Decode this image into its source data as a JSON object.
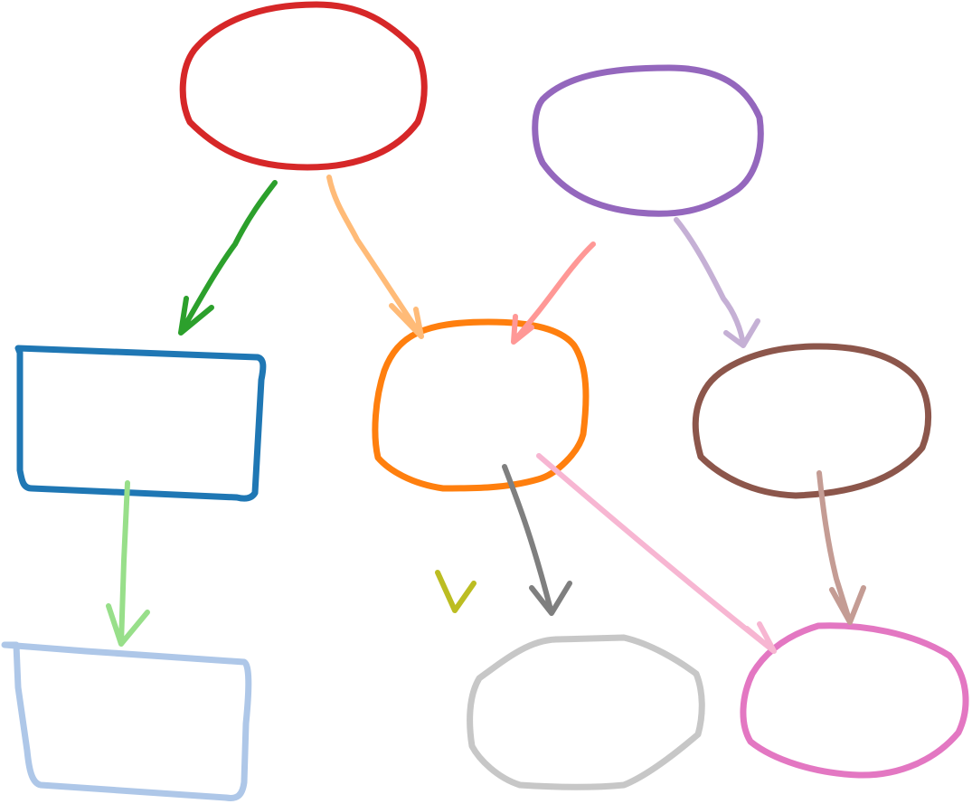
{
  "diagram": {
    "nodes": [
      {
        "id": "red-ellipse",
        "shape": "ellipse",
        "color": "#d62728"
      },
      {
        "id": "purple-ellipse",
        "shape": "ellipse",
        "color": "#9467bd"
      },
      {
        "id": "blue-rectangle",
        "shape": "rectangle",
        "color": "#1f77b4"
      },
      {
        "id": "orange-ellipse",
        "shape": "ellipse",
        "color": "#ff7f0e"
      },
      {
        "id": "brown-ellipse",
        "shape": "ellipse",
        "color": "#8c564b"
      },
      {
        "id": "lightblue-rectangle",
        "shape": "rectangle",
        "color": "#aec7e8"
      },
      {
        "id": "gray-ellipse",
        "shape": "ellipse",
        "color": "#c7c7c7"
      },
      {
        "id": "pink-ellipse",
        "shape": "ellipse",
        "color": "#e377c2"
      }
    ],
    "edges": [
      {
        "id": "green-arrow",
        "from": "red-ellipse",
        "to": "blue-rectangle",
        "color": "#2ca02c"
      },
      {
        "id": "lightorange-arrow",
        "from": "red-ellipse",
        "to": "orange-ellipse",
        "color": "#ffbb78"
      },
      {
        "id": "salmon-arrow",
        "from": "purple-ellipse",
        "to": "orange-ellipse",
        "color": "#ff9896"
      },
      {
        "id": "lavender-arrow",
        "from": "purple-ellipse",
        "to": "brown-ellipse",
        "color": "#c5b0d5"
      },
      {
        "id": "lightgreen-arrow",
        "from": "blue-rectangle",
        "to": "lightblue-rectangle",
        "color": "#98df8a"
      },
      {
        "id": "darkgray-arrow",
        "from": "orange-ellipse",
        "to": "gray-ellipse",
        "color": "#7f7f7f"
      },
      {
        "id": "lightpink-arrow",
        "from": "orange-ellipse",
        "to": "pink-ellipse",
        "color": "#f7b6d2"
      },
      {
        "id": "tan-arrow",
        "from": "brown-ellipse",
        "to": "pink-ellipse",
        "color": "#c49c94"
      }
    ],
    "stray_marks": [
      {
        "id": "olive-checkmark",
        "color": "#bcbd22"
      }
    ]
  }
}
